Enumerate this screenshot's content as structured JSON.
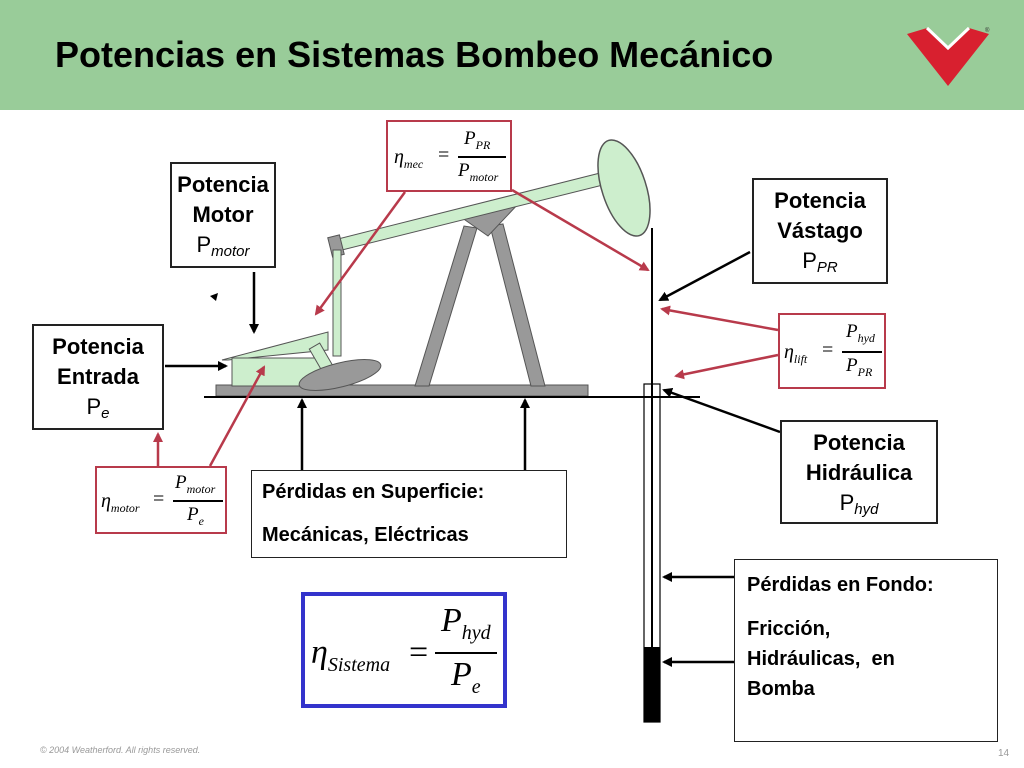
{
  "title": "Potencias en Sistemas Bombeo Mecánico",
  "logo_icon": "weatherford-logo-icon",
  "colors": {
    "header": "#99cc99",
    "machine_fill": "#cdeecd",
    "machine_gray": "#999999",
    "arrow_red": "#b83a4b",
    "eq_system_border": "#3333cc"
  },
  "labels": {
    "motor": {
      "line1": "Potencia",
      "line2": "Motor",
      "sym": "P",
      "sub": "motor"
    },
    "entrada": {
      "line1": "Potencia",
      "line2": "Entrada",
      "sym": "P",
      "sub": "e"
    },
    "vastago": {
      "line1": "Potencia",
      "line2": "Vástago",
      "sym": "P",
      "sub": "PR"
    },
    "hidraulica": {
      "line1": "Potencia",
      "line2": "Hidráulica",
      "sym": "P",
      "sub": "hyd"
    }
  },
  "losses": {
    "surface": {
      "title": "Pérdidas en Superficie:",
      "body": "Mecánicas, Eléctricas"
    },
    "bottom": {
      "title": "Pérdidas en Fondo:",
      "body_line1": "Fricción,",
      "body_line2": "Hidráulicas,  en",
      "body_line3": "Bomba"
    }
  },
  "equations": {
    "mec": {
      "eta": "η",
      "sub": "mec",
      "eq": "=",
      "num": "P",
      "num_sub": "PR",
      "den": "P",
      "den_sub": "motor"
    },
    "lift": {
      "eta": "η",
      "sub": "lift",
      "eq": "=",
      "num": "P",
      "num_sub": "hyd",
      "den": "P",
      "den_sub": "PR"
    },
    "motor": {
      "eta": "η",
      "sub": "motor",
      "eq": "=",
      "num": "P",
      "num_sub": "motor",
      "den": "P",
      "den_sub": "e"
    },
    "system": {
      "eta": "η",
      "sub": "Sistema",
      "eq": "=",
      "num": "P",
      "num_sub": "hyd",
      "den": "P",
      "den_sub": "e"
    }
  },
  "footer": {
    "copyright": "© 2004 Weatherford. All rights reserved.",
    "page": "14"
  }
}
